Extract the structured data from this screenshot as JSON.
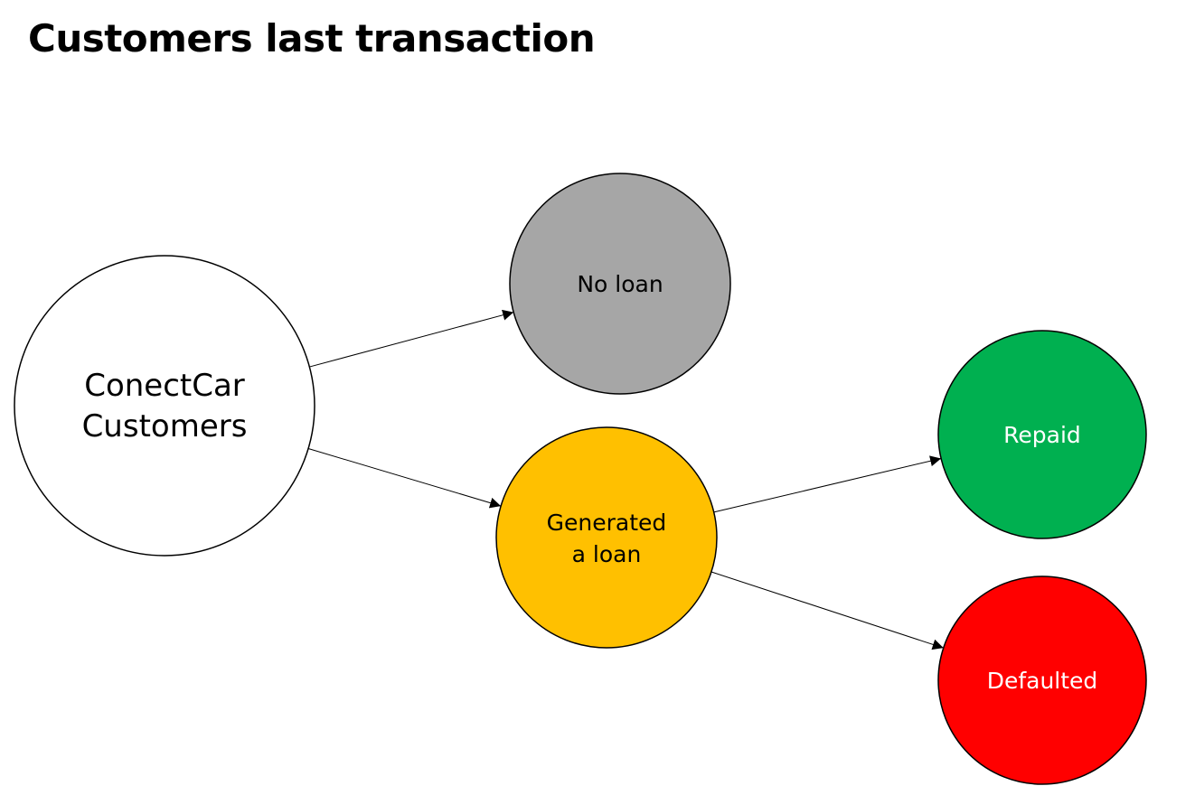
{
  "title": "Customers last transaction",
  "nodes": {
    "customers": {
      "lines": [
        "ConectCar",
        "Customers"
      ],
      "fill": "#ffffff",
      "text_color": "#000000"
    },
    "no_loan": {
      "lines": [
        "No loan"
      ],
      "fill": "#a6a6a6",
      "text_color": "#000000"
    },
    "generated_loan": {
      "lines": [
        "Generated",
        "a loan"
      ],
      "fill": "#ffc000",
      "text_color": "#000000"
    },
    "repaid": {
      "lines": [
        "Repaid"
      ],
      "fill": "#00b050",
      "text_color": "#ffffff"
    },
    "defaulted": {
      "lines": [
        "Defaulted"
      ],
      "fill": "#ff0000",
      "text_color": "#ffffff"
    }
  },
  "edges": [
    {
      "from": "customers",
      "to": "no_loan"
    },
    {
      "from": "customers",
      "to": "generated_loan"
    },
    {
      "from": "generated_loan",
      "to": "repaid"
    },
    {
      "from": "generated_loan",
      "to": "defaulted"
    }
  ]
}
